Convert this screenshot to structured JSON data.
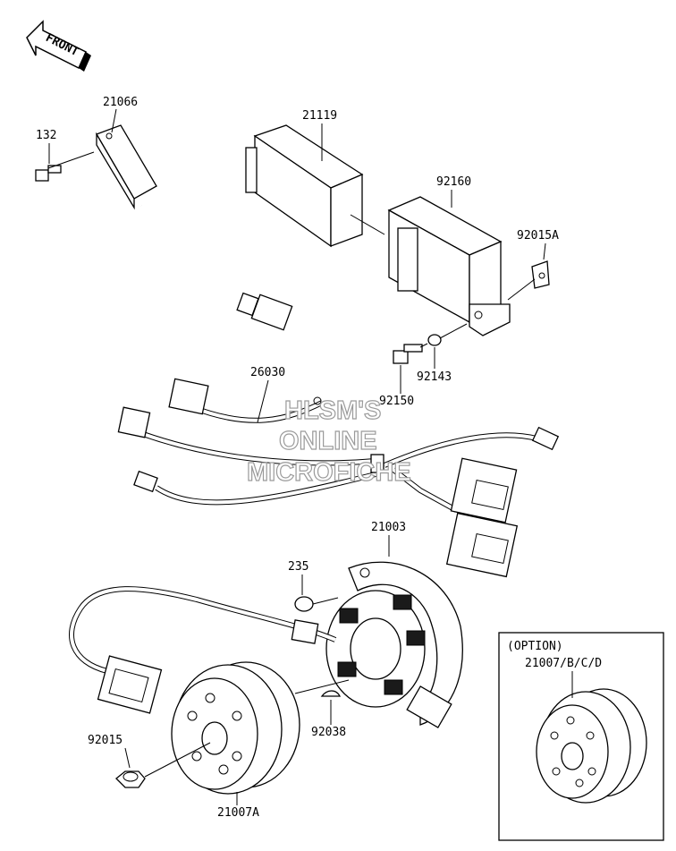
{
  "orientation": {
    "front_label": "FRONT"
  },
  "watermark": {
    "line1": "HLSM'S",
    "line2": "ONLINE",
    "line3": "MICROFICHE"
  },
  "parts": {
    "p132": "132",
    "p21066": "21066",
    "p21119": "21119",
    "p92160": "92160",
    "p92015A": "92015A",
    "p92143": "92143",
    "p92150": "92150",
    "p26030": "26030",
    "p21003": "21003",
    "p235": "235",
    "p92038": "92038",
    "p92015": "92015",
    "p21007A": "21007A"
  },
  "option_box": {
    "title": "(OPTION)",
    "part": "21007/B/C/D"
  }
}
